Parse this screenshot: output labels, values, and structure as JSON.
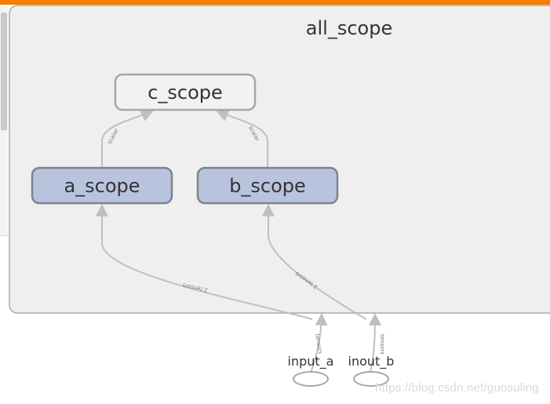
{
  "graph": {
    "group_label": "all_scope",
    "nodes": {
      "c_scope": "c_scope",
      "a_scope": "a_scope",
      "b_scope": "b_scope",
      "input_a": "input_a",
      "inout_b": "inout_b"
    },
    "edges": {
      "a_to_c": "scalar",
      "b_to_c": "scalar",
      "input_a_to_a": "2 tensors",
      "inout_b_to_b": "2 tensors",
      "input_a_out": "tensors",
      "inout_b_out": "tensors"
    }
  },
  "watermark": "https://blog.csdn.net/guosuling",
  "colors": {
    "accent_bar": "#f57c00",
    "group_fill": "#efefef",
    "group_stroke": "#a9a9a9",
    "namespace_fill": "#b8c4de",
    "namespace_stroke": "#7b838f",
    "edge": "#bfbfbf"
  }
}
